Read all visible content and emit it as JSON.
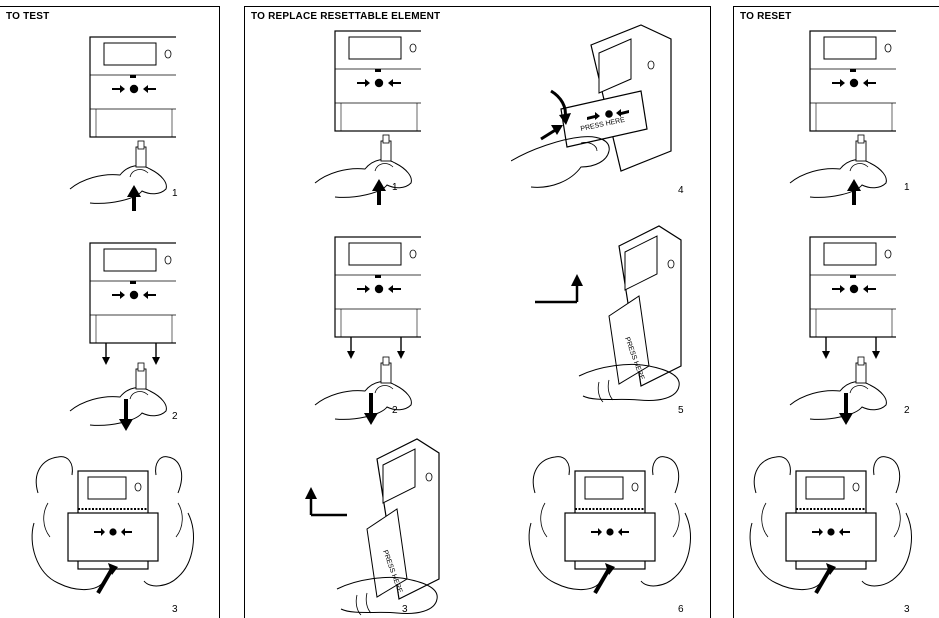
{
  "panels": [
    {
      "title": "TO TEST",
      "steps": [
        "1",
        "2",
        "3"
      ]
    },
    {
      "title": "TO REPLACE RESETTABLE ELEMENT",
      "steps": [
        "1",
        "2",
        "3",
        "4",
        "5",
        "6"
      ]
    },
    {
      "title": "TO RESET",
      "steps": [
        "1",
        "2",
        "3"
      ]
    }
  ],
  "device": {
    "label": "PRESS HERE"
  }
}
